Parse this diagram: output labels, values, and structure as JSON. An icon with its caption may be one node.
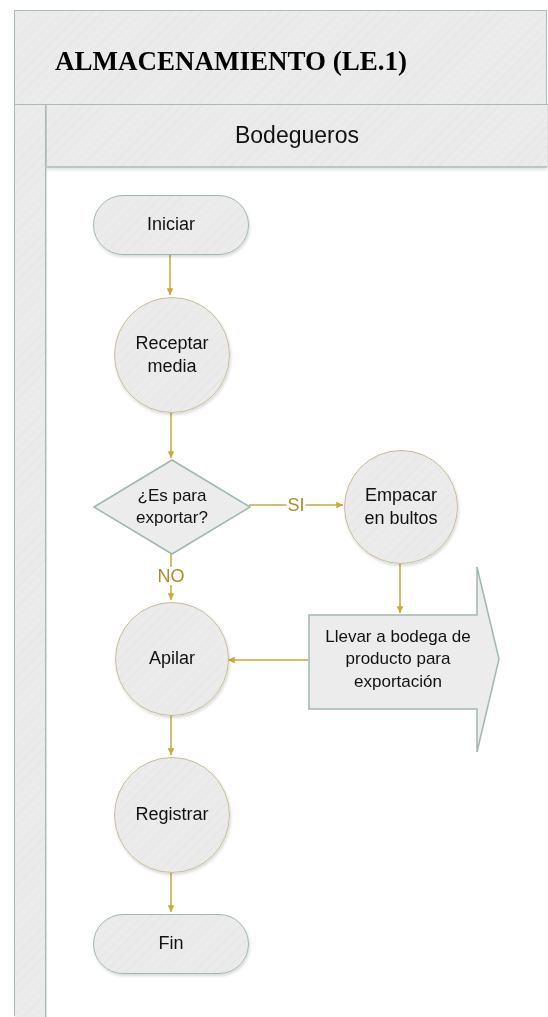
{
  "diagram": {
    "nodes": [
      {
        "text": [
          "ALMACENAMIENTO (LE.1)"
        ]
      },
      {
        "text": [
          "Bodegueros"
        ],
        "in": 0
      },
      {
        "text": [
          "Iniciar"
        ],
        "in": 1
      },
      {
        "text": [
          "Receptar media"
        ],
        "in": 1
      },
      {
        "text": [
          "¿Es para exportar?"
        ],
        "in": 1
      },
      {
        "text": [
          "Empacar en bultos"
        ],
        "in": 1
      },
      {
        "text": [
          "Llevar a bodega de producto para exportación"
        ],
        "in": 1
      },
      {
        "text": [
          "Apilar"
        ],
        "in": 1
      },
      {
        "text": [
          "Registrar"
        ],
        "in": 1
      },
      {
        "text": [
          "Fin"
        ],
        "in": 1
      }
    ],
    "edges": [
      {
        "from": 2,
        "to": 3,
        "arrow": "to"
      },
      {
        "from": 3,
        "to": 4,
        "arrow": "to"
      },
      {
        "from": 4,
        "to": 5,
        "arrow": "to",
        "label": "SI"
      },
      {
        "from": 4,
        "to": 7,
        "arrow": "to",
        "label": "NO"
      },
      {
        "from": 5,
        "to": 6,
        "arrow": "to"
      },
      {
        "from": 6,
        "to": 7,
        "arrow": "to"
      },
      {
        "from": 7,
        "to": 8,
        "arrow": "to"
      },
      {
        "from": 8,
        "to": 9,
        "arrow": "to"
      }
    ]
  }
}
